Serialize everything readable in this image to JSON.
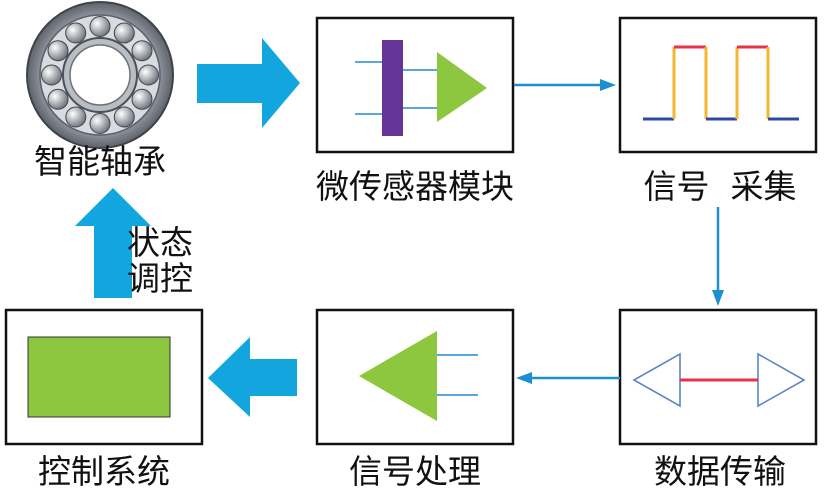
{
  "nodes": {
    "bearing": {
      "label": "智能轴承"
    },
    "sensor": {
      "label": "微传感器模块"
    },
    "acquisition": {
      "label": "信号  采集"
    },
    "transmission": {
      "label": "数据传输"
    },
    "processing": {
      "label": "信号处理"
    },
    "control": {
      "label": "控制系统"
    }
  },
  "feedback": {
    "line1": "状态",
    "line2": "调控"
  },
  "colors": {
    "big_arrow": "#13a5de",
    "thin_arrow": "#1b8fd0",
    "green": "#8dc63f",
    "purple": "#663399",
    "pulse_high": "#e8314a",
    "pulse_edge": "#f5b731",
    "pulse_low": "#2c4aa0",
    "link_line": "#e8314a",
    "hollow_arrow": "#5b86c4",
    "stub_line": "#5aa6e0",
    "box_border": "#111111"
  }
}
